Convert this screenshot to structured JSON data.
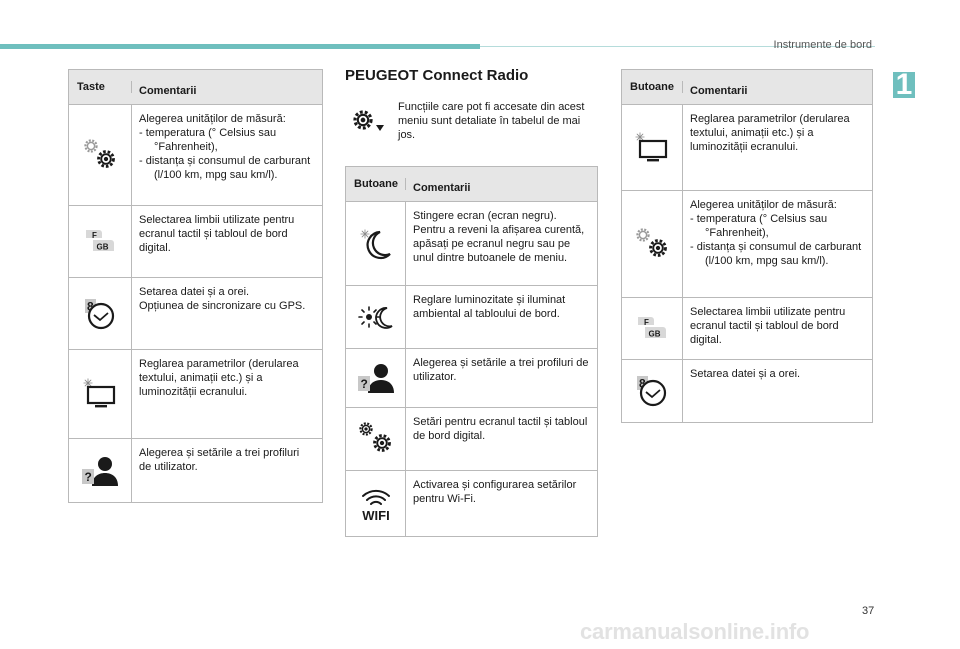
{
  "header": {
    "section": "Instrumente de bord",
    "chapter": "1",
    "page_number": "37"
  },
  "left_table": {
    "col1": "Taste",
    "col2": "Comentarii",
    "rows": [
      {
        "icon": "gears-icon",
        "text": "Alegerea unităților de măsură:",
        "bullets": [
          "-  temperatura (° Celsius sau °Fahrenheit),",
          "-  distanța și consumul de carburant (l/100 km, mpg sau km/l)."
        ]
      },
      {
        "icon": "language-flag-icon",
        "text": "Selectarea limbii utilizate pentru ecranul tactil și tabloul de bord digital."
      },
      {
        "icon": "date-clock-icon",
        "text": "Setarea datei și a orei.\nOpțiunea de sincronizare cu GPS."
      },
      {
        "icon": "screen-brightness-icon",
        "text": "Reglarea parametrilor (derularea textului, animații etc.) și a luminozității ecranului."
      },
      {
        "icon": "user-profile-icon",
        "text": "Alegerea și setările a trei profiluri de utilizator."
      }
    ]
  },
  "middle": {
    "title": "PEUGEOT Connect Radio",
    "intro_icon": "settings-menu-icon",
    "intro": "Funcțiile care pot fi accesate din acest meniu sunt detaliate în tabelul de mai jos.",
    "table": {
      "col1": "Butoane",
      "col2": "Comentarii",
      "rows": [
        {
          "icon": "screen-off-moon-icon",
          "text": "Stingere ecran (ecran negru). Pentru a reveni la afișarea curentă, apăsați pe ecranul negru sau pe unul dintre butoanele de meniu."
        },
        {
          "icon": "brightness-icon",
          "text": "Reglare luminozitate și iluminat ambiental al tabloului de bord."
        },
        {
          "icon": "user-profile-icon",
          "text": "Alegerea și setările a trei profiluri de utilizator."
        },
        {
          "icon": "gears-icon",
          "text": "Setări pentru ecranul tactil și tabloul de bord digital."
        },
        {
          "icon": "wifi-icon",
          "text": "Activarea și configurarea setărilor pentru Wi-Fi.",
          "icon_label": "WIFI"
        }
      ]
    }
  },
  "right_table": {
    "col1": "Butoane",
    "col2": "Comentarii",
    "rows": [
      {
        "icon": "screen-brightness-icon",
        "text": "Reglarea parametrilor (derularea textului, animații etc.) și a luminozității ecranului."
      },
      {
        "icon": "gears-icon",
        "text": "Alegerea unităților de măsură:",
        "bullets": [
          "-  temperatura (° Celsius sau °Fahrenheit),",
          "-  distanța și consumul de carburant (l/100 km, mpg sau km/l)."
        ]
      },
      {
        "icon": "language-flag-icon",
        "text": "Selectarea limbii utilizate pentru ecranul tactil și tabloul de bord digital."
      },
      {
        "icon": "date-clock-icon",
        "text": "Setarea datei și a orei."
      }
    ]
  },
  "icon_text": {
    "flag_top": "F",
    "flag_bottom": "GB",
    "date_digit": "8",
    "profile_mark": "?"
  },
  "watermark": "carmanualsonline.info"
}
